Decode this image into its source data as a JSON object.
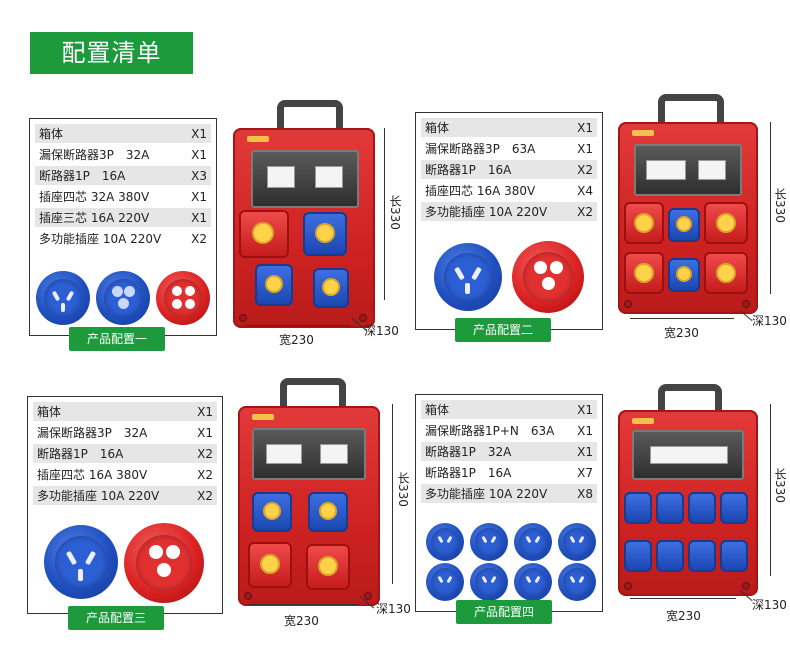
{
  "title": "配置清单",
  "configs": [
    {
      "label": "产品配置一",
      "rows": [
        {
          "name": "箱体",
          "qty": "X1"
        },
        {
          "name": "漏保断路器3P　32A",
          "qty": "X1"
        },
        {
          "name": "断路器1P　16A",
          "qty": "X3"
        },
        {
          "name": "插座四芯 32A 380V",
          "qty": "X1"
        },
        {
          "name": "插座三芯 16A 220V",
          "qty": "X1"
        },
        {
          "name": "多功能插座 10A 220V",
          "qty": "X2"
        }
      ],
      "dims": {
        "length": "长330",
        "width": "宽230",
        "depth": "深130"
      }
    },
    {
      "label": "产品配置二",
      "rows": [
        {
          "name": "箱体",
          "qty": "X1"
        },
        {
          "name": "漏保断路器3P　63A",
          "qty": "X1"
        },
        {
          "name": "断路器1P　16A",
          "qty": "X2"
        },
        {
          "name": "插座四芯 16A 380V",
          "qty": "X4"
        },
        {
          "name": "多功能插座 10A 220V",
          "qty": "X2"
        }
      ],
      "dims": {
        "length": "长330",
        "width": "宽230",
        "depth": "深130"
      }
    },
    {
      "label": "产品配置三",
      "rows": [
        {
          "name": "箱体",
          "qty": "X1"
        },
        {
          "name": "漏保断路器3P　32A",
          "qty": "X1"
        },
        {
          "name": "断路器1P　16A",
          "qty": "X2"
        },
        {
          "name": "插座四芯 16A 380V",
          "qty": "X2"
        },
        {
          "name": "多功能插座 10A 220V",
          "qty": "X2"
        }
      ],
      "dims": {
        "length": "长330",
        "width": "宽230",
        "depth": "深130"
      }
    },
    {
      "label": "产品配置四",
      "rows": [
        {
          "name": "箱体",
          "qty": "X1"
        },
        {
          "name": "漏保断路器1P+N　63A",
          "qty": "X1"
        },
        {
          "name": "断路器1P　32A",
          "qty": "X1"
        },
        {
          "name": "断路器1P　16A",
          "qty": "X7"
        },
        {
          "name": "多功能插座 10A 220V",
          "qty": "X8"
        }
      ],
      "dims": {
        "length": "长330",
        "width": "宽230",
        "depth": "深130"
      }
    }
  ],
  "colors": {
    "accent": "#1c9a3c",
    "box_red": "#cf2222",
    "socket_blue": "#1f4fc0"
  }
}
